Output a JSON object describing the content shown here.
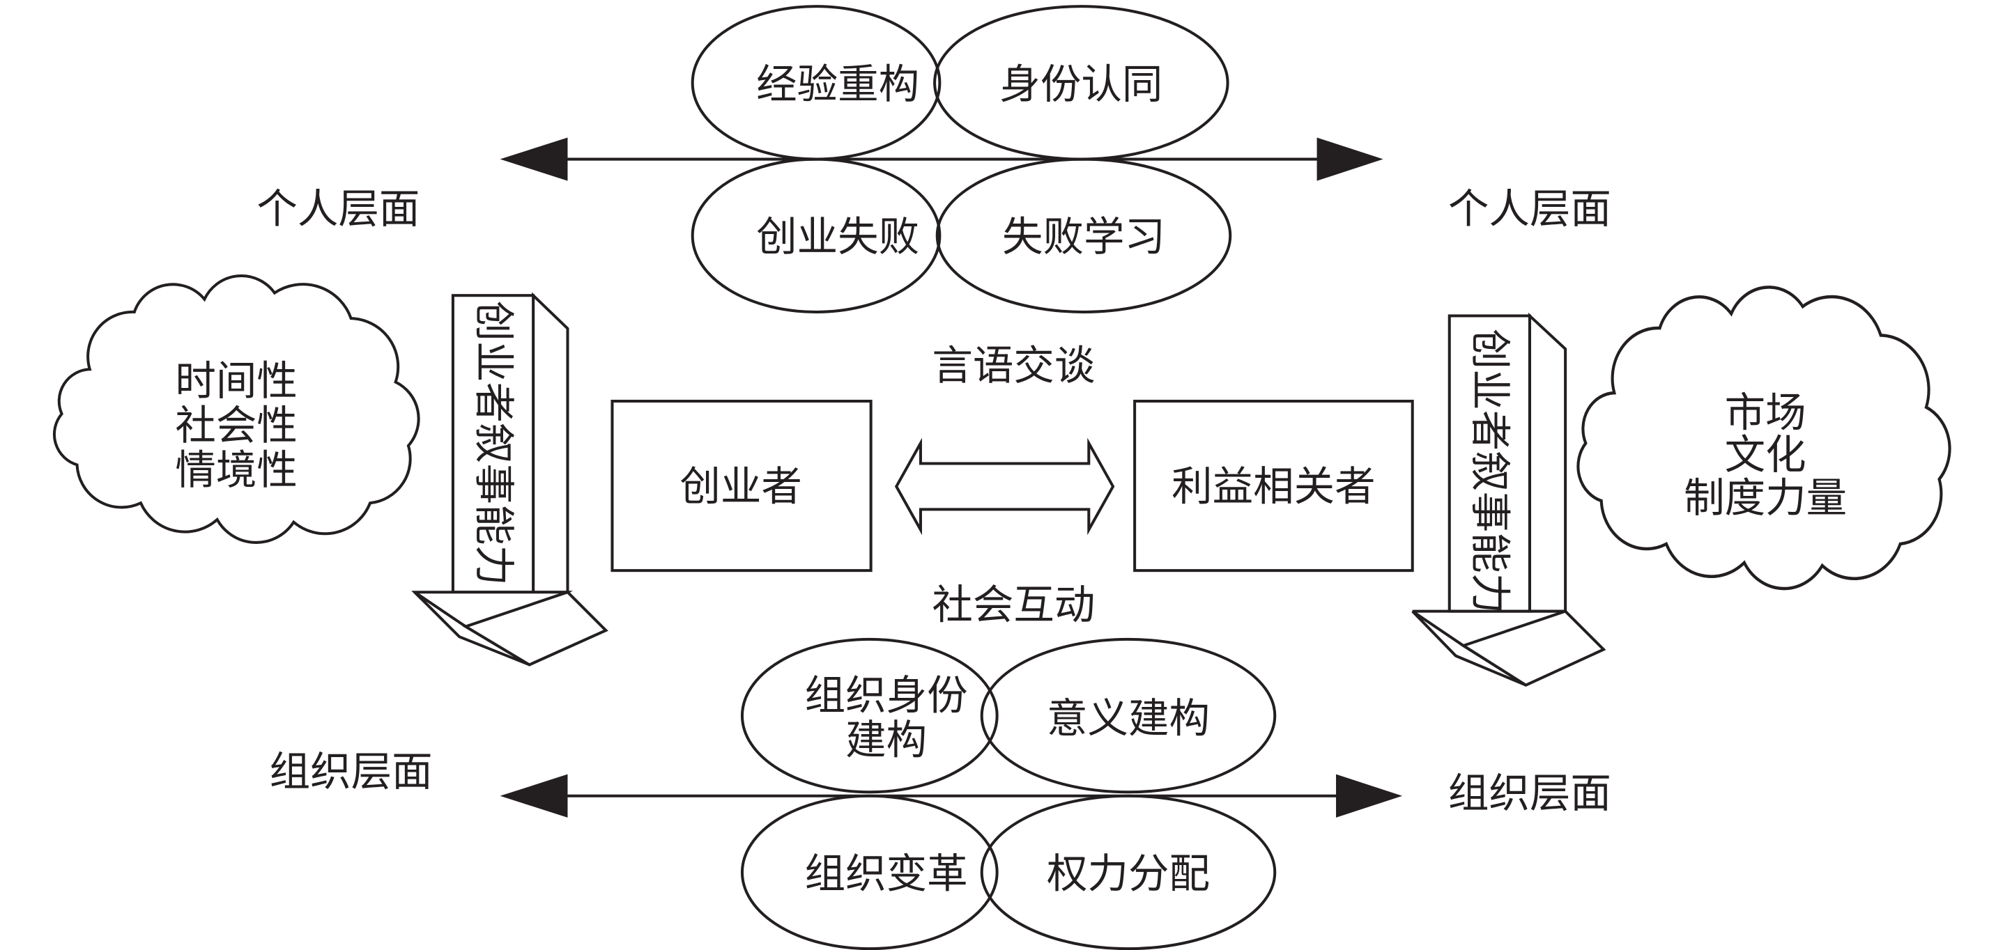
{
  "top": {
    "ellipses": [
      "经验重构",
      "身份认同",
      "创业失败",
      "失败学习"
    ],
    "left_label": "个人层面",
    "right_label": "个人层面"
  },
  "middle": {
    "left_cloud": [
      "时间性",
      "社会性",
      "情境性"
    ],
    "right_cloud": [
      "市场",
      "文化",
      "制度力量"
    ],
    "left_arrow_text": "创业者叙事能力",
    "right_arrow_text": "创业者叙事能力",
    "left_box": "创业者",
    "right_box": "利益相关者",
    "upper_caption": "言语交谈",
    "lower_caption": "社会互动"
  },
  "bottom": {
    "ellipses": [
      "组织身份",
      "建构",
      "意义建构",
      "组织变革",
      "权力分配"
    ],
    "left_label": "组织层面",
    "right_label": "组织层面"
  }
}
